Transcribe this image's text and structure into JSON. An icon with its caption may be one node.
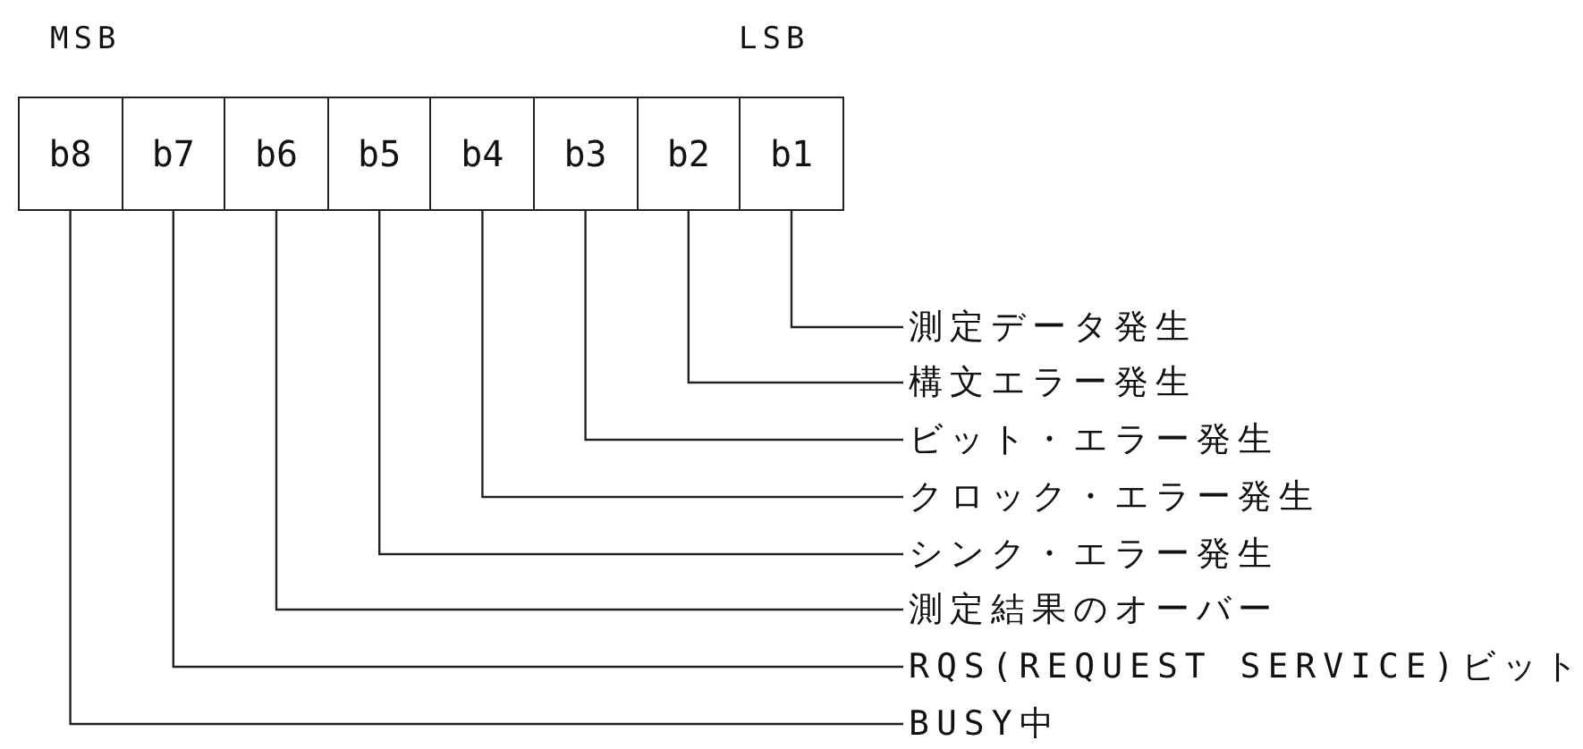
{
  "diagram": {
    "nodes": [
      {
        "text": [
          "b8"
        ]
      },
      {
        "text": [
          "b7"
        ]
      },
      {
        "text": [
          "b6"
        ]
      },
      {
        "text": [
          "b5"
        ]
      },
      {
        "text": [
          "b4"
        ]
      },
      {
        "text": [
          "b3"
        ]
      },
      {
        "text": [
          "b2"
        ]
      },
      {
        "text": [
          "b1"
        ]
      },
      {
        "text": [
          "測定データ発生"
        ]
      },
      {
        "text": [
          "構文エラー発生"
        ]
      },
      {
        "text": [
          "ビット・エラー発生"
        ]
      },
      {
        "text": [
          "クロック・エラー発生"
        ]
      },
      {
        "text": [
          "シンク・エラー発生"
        ]
      },
      {
        "text": [
          "測定結果のオーバー"
        ]
      },
      {
        "text": [
          "RQS(REQUEST SERVICE)ビット"
        ]
      },
      {
        "text": [
          "BUSY中"
        ]
      }
    ],
    "edges": [
      {
        "from": 7,
        "to": 8,
        "arrow": "none"
      },
      {
        "from": 6,
        "to": 9,
        "arrow": "none"
      },
      {
        "from": 5,
        "to": 10,
        "arrow": "none"
      },
      {
        "from": 4,
        "to": 11,
        "arrow": "none"
      },
      {
        "from": 3,
        "to": 12,
        "arrow": "none"
      },
      {
        "from": 2,
        "to": 13,
        "arrow": "none"
      },
      {
        "from": 1,
        "to": 14,
        "arrow": "none"
      },
      {
        "from": 0,
        "to": 15,
        "arrow": "none"
      }
    ],
    "labels": [
      "MSB",
      "LSB"
    ]
  }
}
